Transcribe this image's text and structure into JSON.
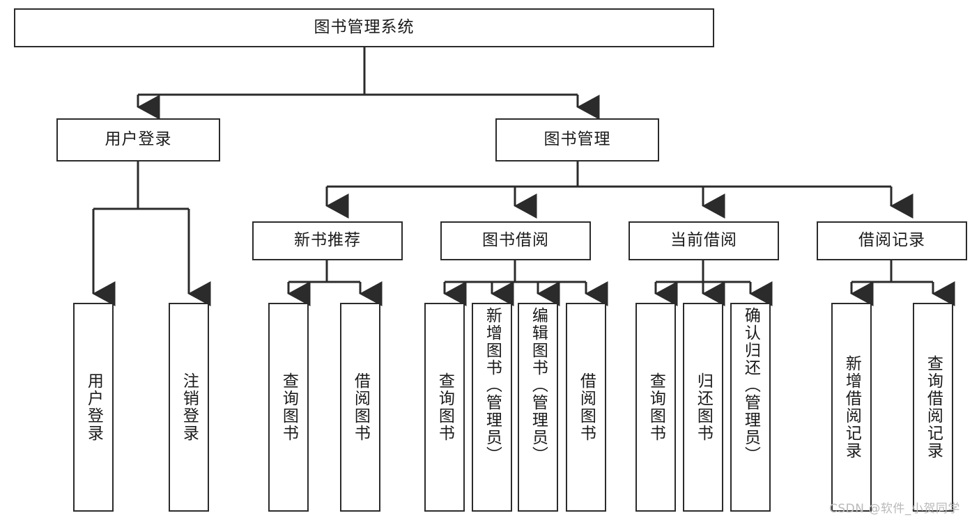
{
  "diagram": {
    "title": "图书管理系统",
    "type": "hierarchy-tree",
    "root": {
      "label": "图书管理系统"
    },
    "level2": [
      {
        "label": "用户登录"
      },
      {
        "label": "图书管理"
      }
    ],
    "level3": [
      {
        "label": "新书推荐"
      },
      {
        "label": "图书借阅"
      },
      {
        "label": "当前借阅"
      },
      {
        "label": "借阅记录"
      }
    ],
    "leaves": {
      "user_login": [
        {
          "label": "用户登录"
        },
        {
          "label": "注销登录"
        }
      ],
      "new_book_recommend": [
        {
          "label": "查询图书"
        },
        {
          "label": "借阅图书"
        }
      ],
      "book_borrow": [
        {
          "label": "查询图书"
        },
        {
          "label": "新增图书（管理员）"
        },
        {
          "label": "编辑图书（管理员）"
        },
        {
          "label": "借阅图书"
        }
      ],
      "current_borrow": [
        {
          "label": "查询图书"
        },
        {
          "label": "归还图书"
        },
        {
          "label": "确认归还（管理员）"
        }
      ],
      "borrow_record": [
        {
          "label": "新增借阅记录"
        },
        {
          "label": "查询借阅记录"
        }
      ]
    },
    "watermark": "CSDN @软件_小贺同学",
    "colors": {
      "stroke": "#2b2b2b",
      "fill": "#ffffff",
      "text": "#1a1a1a",
      "watermark": "#b9b9b9"
    }
  }
}
